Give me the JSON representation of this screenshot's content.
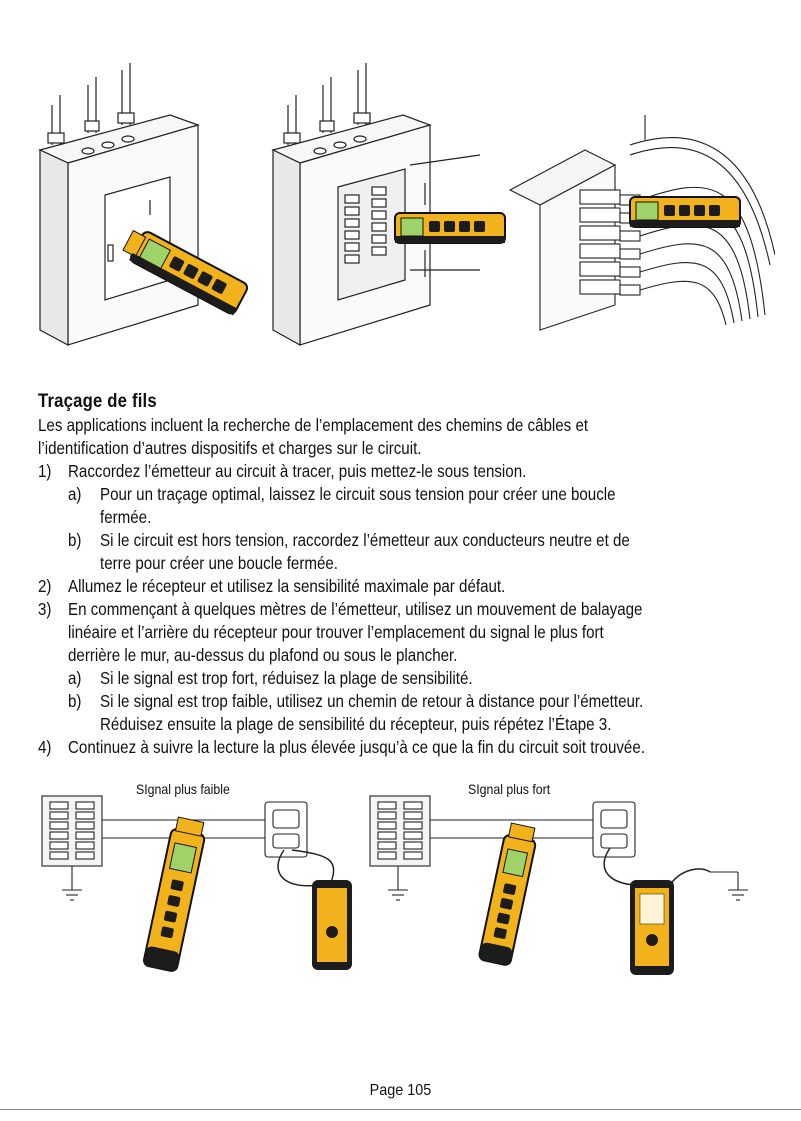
{
  "section": {
    "title": "Traçage de fils",
    "intro": [
      "Les applications incluent la recherche de l’emplacement des chemins de câbles et",
      "l’identification d’autres dispositifs et charges sur le circuit."
    ],
    "steps": [
      {
        "num": "1)",
        "lines": [
          "Raccordez l’émetteur au circuit à tracer, puis mettez-le sous tension."
        ]
      },
      {
        "num": "a)",
        "lines": [
          "Pour un traçage optimal, laissez le circuit sous tension pour créer une boucle",
          "fermée."
        ]
      },
      {
        "num": "b)",
        "lines": [
          "Si le circuit est hors tension, raccordez l’émetteur aux conducteurs neutre et de",
          "terre pour créer une boucle fermée."
        ]
      },
      {
        "num": "2)",
        "lines": [
          "Allumez le récepteur et utilisez la sensibilité maximale par défaut."
        ]
      },
      {
        "num": "3)",
        "lines": [
          "En commençant à quelques mètres de l’émetteur, utilisez un mouvement de balayage",
          "linéaire et l’arrière du récepteur pour trouver l’emplacement du signal le plus fort",
          "derrière le mur, au-dessus du plafond ou sous le plancher."
        ]
      },
      {
        "num": "a)",
        "lines": [
          "Si le signal est trop fort, réduisez la plage de sensibilité."
        ]
      },
      {
        "num": "b)",
        "lines": [
          "Si le signal est trop faible, utilisez un chemin de retour à distance pour l’émetteur.",
          "Réduisez ensuite la plage de sensibilité du récepteur, puis répétez l’Étape 3."
        ]
      },
      {
        "num": "4)",
        "lines": [
          "Continuez à suivre la lecture la plus élevée jusqu’à ce que la fin du circuit soit trouvée."
        ]
      }
    ]
  },
  "diagram": {
    "weak_label": "SIgnal plus faible",
    "strong_label": "SIgnal plus fort"
  },
  "footer": {
    "page": "Page 105"
  },
  "colors": {
    "device_yellow": "#f2b21b",
    "device_black": "#1c1c1c",
    "screen_green": "#9fd36a",
    "panel_gray": "#f4f4f4"
  }
}
